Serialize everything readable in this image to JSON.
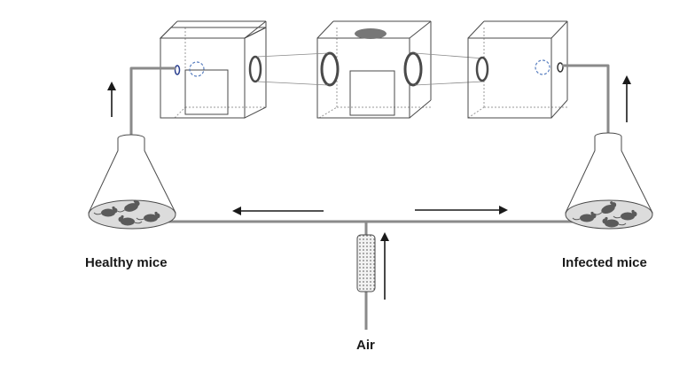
{
  "labels": {
    "healthy": "Healthy mice",
    "infected": "Infected mice",
    "air": "Air"
  },
  "colors": {
    "line": "#555555",
    "tube": "#8a8a8a",
    "arrow": "#1a1a1a",
    "mouse": "#5a5a5a",
    "cage_edge": "#4a4a4a",
    "hidden_edge": "#9a9a9a",
    "valve_blue": "#5a7fc0"
  },
  "icons": [
    "up-arrow-icon",
    "left-arrow-icon",
    "right-arrow-icon",
    "mouse-icon",
    "filter-icon",
    "flask-icon",
    "cage-icon"
  ]
}
